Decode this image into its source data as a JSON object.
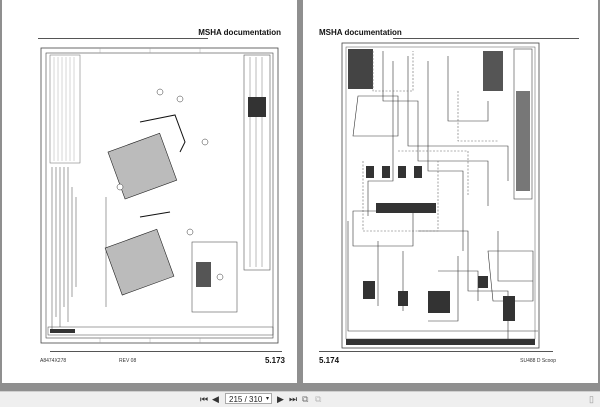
{
  "pages": [
    {
      "header": "MSHA documentation",
      "footer_left": "A8474X278",
      "footer_mid": "REV 08",
      "page_number": "5.173"
    },
    {
      "header": "MSHA documentation",
      "page_number": "5.174",
      "footer_right": "SU488 D Scoop"
    }
  ],
  "toolbar": {
    "first_icon": "first-page-icon",
    "prev_icon": "prev-page-icon",
    "page_field": "215 / 310",
    "next_icon": "next-page-icon",
    "last_icon": "last-page-icon"
  },
  "colors": {
    "background": "#8f8f8f",
    "page": "#ffffff",
    "toolbar": "#efefef"
  }
}
